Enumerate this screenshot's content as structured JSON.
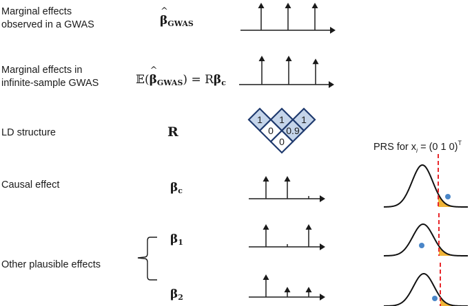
{
  "rows": [
    {
      "label": "Marginal effects observed in a GWAS",
      "label_lines": [
        "Marginal effects",
        "observed in a GWAS"
      ],
      "symbol": "β̂_GWAS",
      "effects": [
        1.0,
        1.0,
        1.0
      ]
    },
    {
      "label": "Marginal effects in infinite-sample GWAS",
      "label_lines": [
        "Marginal effects in",
        "infinite-sample GWAS"
      ],
      "symbol": "E(β̂_GWAS) = Rβc",
      "effects": [
        1.0,
        1.0,
        0.9
      ]
    },
    {
      "label": "LD structure",
      "symbol": "R"
    },
    {
      "label": "Causal effect",
      "symbol": "βc",
      "effects": [
        1.0,
        1.0,
        0.0
      ]
    },
    {
      "label": "Other plausible effects",
      "symbol_1": "β1",
      "symbol_2": "β2",
      "effects_1": [
        1.0,
        0.0,
        1.0
      ],
      "effects_2": [
        1.0,
        0.45,
        0.45
      ]
    }
  ],
  "symbols": {
    "beta": "β",
    "gwas_sub": "GWAS",
    "c_sub": "c",
    "one_sub": "1",
    "two_sub": "2",
    "E": "𝔼(",
    "close_eq": ") = R",
    "R": "R"
  },
  "ld_matrix": {
    "diagonal": [
      "1",
      "1",
      "1"
    ],
    "off_diag_1": [
      "0",
      "0.9"
    ],
    "off_diag_2": [
      "0"
    ],
    "fill_color": "#c5d5ea",
    "edge_color": "#1f3a6e"
  },
  "prs": {
    "title_prefix": "PRS for x",
    "title_sub": "i",
    "title_suffix": " = (0 1 0)",
    "title_sup": "T",
    "threshold_color": "#e8262a",
    "tail_color": "#f0b437",
    "point_color": "#4a86c8",
    "panels": [
      {
        "row": "βc",
        "score_position": "right of threshold (above tail)"
      },
      {
        "row": "β1",
        "score_position": "left of threshold (near mean)"
      },
      {
        "row": "β2",
        "score_position": "just left of threshold"
      }
    ]
  }
}
